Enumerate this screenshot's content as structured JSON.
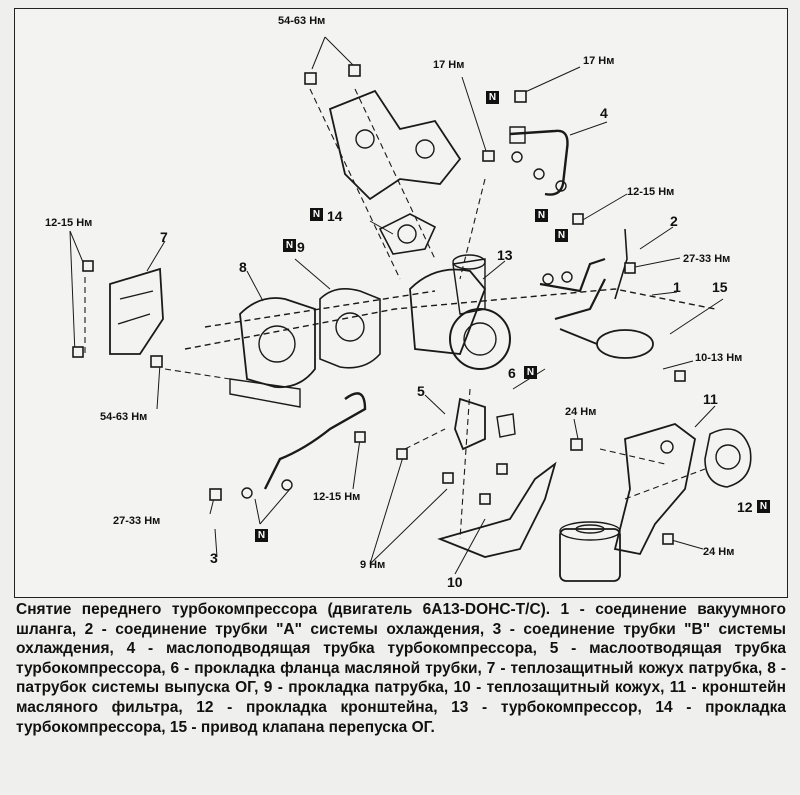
{
  "torques": {
    "t_54_63_top": "54-63 Нм",
    "t_17_left": "17 Нм",
    "t_17_right": "17 Нм",
    "t_12_15_left": "12-15 Нм",
    "t_12_15_right": "12-15 Нм",
    "t_27_33_right": "27-33 Нм",
    "t_10_13": "10-13 Нм",
    "t_54_63_bottom": "54-63 Нм",
    "t_24_mid": "24 Нм",
    "t_12_15_mid": "12-15 Нм",
    "t_27_33_left": "27-33 Нм",
    "t_9": "9 Нм",
    "t_24_bottom": "24 Нм"
  },
  "parts": {
    "p1": "1",
    "p2": "2",
    "p3": "3",
    "p4": "4",
    "p5": "5",
    "p6": "6",
    "p7": "7",
    "p8": "8",
    "p9": "9",
    "p10": "10",
    "p11": "11",
    "p12": "12",
    "p13": "13",
    "p14": "14",
    "p15": "15"
  },
  "new_part_mark": "N",
  "caption": "Снятие переднего турбокомпрессора (двигатель 6А13-DOHC-T/C). 1 - соединение вакуумного шланга, 2 - соединение трубки \"А\" системы охлаждения, 3 - соединение трубки \"В\" системы охлаждения, 4 - маслоподводящая трубка турбокомпрессора, 5 - маслоотводящая трубка турбокомпрессора, 6 - прокладка фланца масляной трубки, 7 - теплозащитный кожух патрубка, 8 - патрубок системы выпуска ОГ, 9 - прокладка патрубка, 10 - теплозащитный кожух, 11 - кронштейн масляного фильтра, 12 - прокладка кронштейна, 13 - турбокомпрессор, 14 - прокладка турбокомпрессора, 15 - привод клапана перепуска ОГ."
}
